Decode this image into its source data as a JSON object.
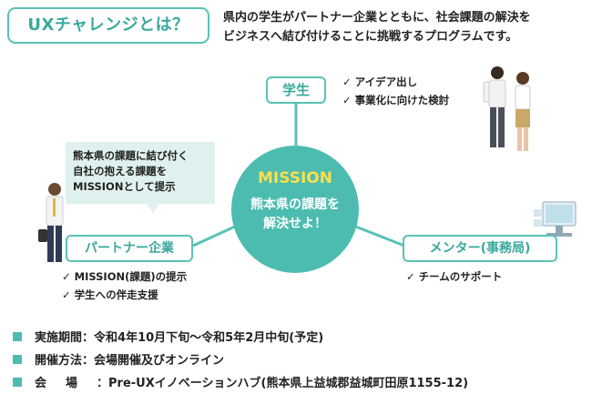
{
  "header": {
    "title": "UXチャレンジとは？",
    "intro_line1": "県内の学生がパートナー企業とともに、社会課題の解決を",
    "intro_line2": "ビジネスへ結び付けることに挑戦するプログラムです。"
  },
  "center": {
    "mission": "MISSION",
    "line1": "熊本県の課題を",
    "line2": "解決せよ！"
  },
  "student": {
    "label": "学生",
    "items": [
      "アイデア出し",
      "事業化に向けた検討"
    ]
  },
  "partner": {
    "label": "パートナー企業",
    "items": [
      "MISSION(課題)の提示",
      "学生への伴走支援"
    ],
    "bubble_lines": [
      "熊本県の課題に結び付く",
      "自社の抱える課題を",
      "MISSIONとして提示"
    ]
  },
  "mentor": {
    "label": "メンター(事務局)",
    "items": [
      "チームのサポート"
    ]
  },
  "info": [
    {
      "label": "実施期間",
      "value": "令和4年10月下旬〜令和5年2月中旬(予定)"
    },
    {
      "label": "開催方法",
      "value": "会場開催及びオンライン"
    },
    {
      "label": "会場",
      "value": "Pre-UXイノベーションハブ(熊本県上益城郡益城町田原1155-12)"
    }
  ],
  "colors": {
    "accent": "#4dbcb0",
    "mission_yellow": "#f9e04b",
    "bubble": "#dff1ee"
  }
}
